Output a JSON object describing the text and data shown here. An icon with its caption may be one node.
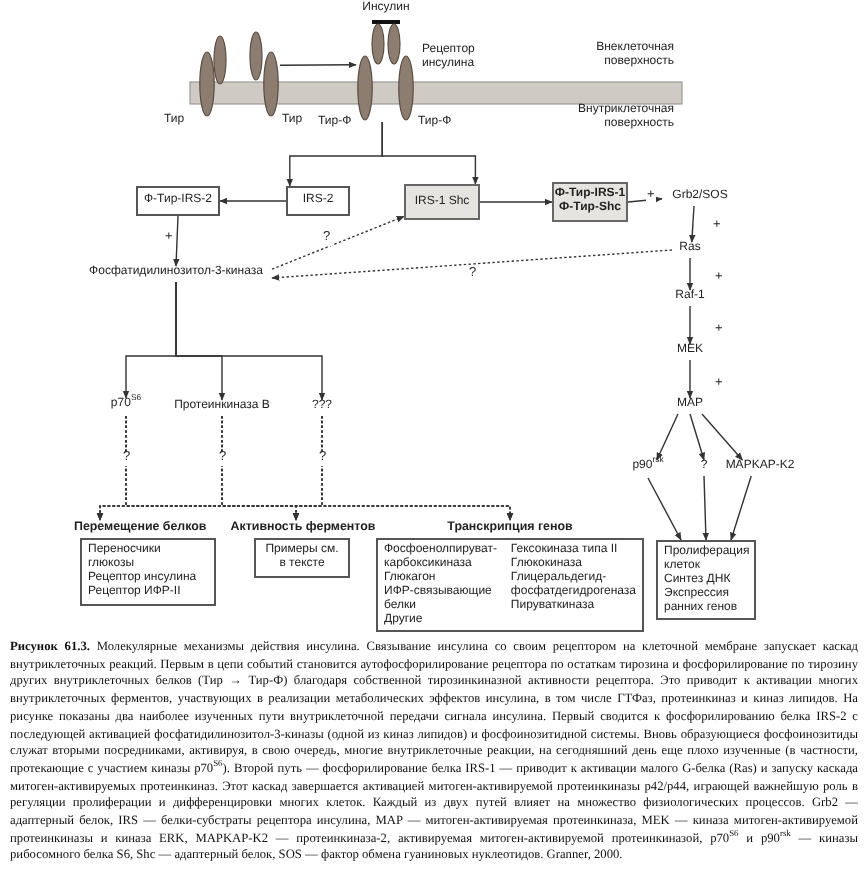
{
  "diagram": {
    "caption": "**Рисунок 61.3.** Молекулярные механизмы действия инсулина. Связывание инсулина со своим рецептором на клеточной мембране запускает каскад внутриклеточных реакций. Первым в цепи событий становится аутофосфорилирование рецептора по остаткам тирозина и фосфорилирование по тирозину других внутриклеточных белков (Тир → Тир-Ф) благодаря собственной тирозинкиназной активности рецептора. Это приводит к активации многих внутриклеточных ферментов, участвующих в реализации метаболических эффектов инсулина, в том числе ГТФаз, протеинкиназ и киназ липидов. На рисунке показаны два наиболее изученных пути внутриклеточной передачи сигнала инсулина. Первый сводится к фосфорилированию белка IRS-2 с последующей активацией фосфатидилинозитол-3-киназы (одной из киназ липидов) и фосфоинозитидной системы. Вновь образующиеся фосфоинозитиды служат вторыми посредниками, активируя, в свою очередь, многие внутриклеточные реакции, на сегодняшний день еще плохо изученные (в частности, протекающие с участием киназы p70$^{S6}$). Второй путь — фосфорилирование белка IRS-1 — приводит к активации малого G-белка (Ras) и запуску каскада митоген-активируемых протеинкиназ. Этот каскад завершается активацией митоген-активируемой протеинкиназы p42/p44, играющей важнейшую роль в регуляции пролиферации и дифференцировки многих клеток. Каждый из двух путей влияет на множество физиологических процессов. Grb2 — адаптерный белок, IRS — белки-субстраты рецептора инсулина, MAP — митоген-активируемая протеинкиназа, MEK — киназа митоген-активируемой протеинкиназы и киназа ERK, MAPKAP-K2 — протеинкиназа-2, активируемая митоген-активируемой протеинкиназой, p70$^{S6}$ и p90$^{rsk}$ — киназы рибосомного белка S6, Shc — адаптерный белок, SOS — фактор обмена гуаниновых нуклеотидов. Granner, 2000.",
    "nodes": [
      {
        "text": [],
        "shape": "picture"
      },
      {
        "text": [],
        "shape": "picture",
        "beside": [
          "Инсулин",
          "Рецептор инсулина"
        ]
      },
      {
        "text": [
          "Ф-Тир-IRS-2"
        ]
      },
      {
        "text": [
          "IRS-2"
        ]
      },
      {
        "text": [
          "IRS-1 Shc"
        ]
      },
      {
        "text": [
          "Ф-Тир-IRS-1 Ф-Тир-Shc"
        ]
      },
      {
        "text": [
          "Grb2/SOS"
        ]
      },
      {
        "text": [
          "Ras"
        ]
      },
      {
        "text": [
          "Фосфатидилинозитол-3-киназа"
        ]
      },
      {
        "text": [
          "Raf-1"
        ]
      },
      {
        "text": [
          "MEK"
        ]
      },
      {
        "text": [
          "MAP"
        ]
      },
      {
        "text": [
          "p70$^{S6}$"
        ]
      },
      {
        "text": [
          "Протеинкиназа В"
        ]
      },
      {
        "text": [
          "???"
        ]
      },
      {
        "text": [
          "p90$^{rsk}$"
        ]
      },
      {
        "text": [
          "?"
        ]
      },
      {
        "text": [
          "MAPKAP-K2"
        ]
      },
      {
        "text": [
          "Перемещение белков",
          "Переносчики глюкозы",
          "Рецептор инсулина",
          "Рецептор ИФР-II"
        ]
      },
      {
        "text": [
          "Активность ферментов",
          "Примеры см. в тексте"
        ]
      },
      {
        "text": [
          "Транскрипция генов",
          "Фосфоенолпируват-карбоксикиназа",
          "Глюкагон",
          "ИФР-связывающие белки",
          "Другие",
          "Гексокиназа типа II",
          "Глюкокиназа",
          "Глицеральдегид-фосфатдегидрогеназа",
          "Пируваткиназа"
        ]
      },
      {
        "text": [
          "Пролиферация клеток",
          "Синтез ДНК",
          "Экспрессия ранних генов"
        ]
      }
    ],
    "edges": [
      {
        "from": 0,
        "to": 1,
        "arrow": "to"
      },
      {
        "from": 1,
        "to": 3,
        "arrow": "to"
      },
      {
        "from": 1,
        "to": 4,
        "arrow": "to"
      },
      {
        "from": 3,
        "to": 2,
        "arrow": "to"
      },
      {
        "from": 4,
        "to": 5,
        "arrow": "to"
      },
      {
        "from": 5,
        "to": 6,
        "arrow": "to",
        "label": "+"
      },
      {
        "from": 6,
        "to": 7,
        "arrow": "to",
        "label": "+"
      },
      {
        "from": 2,
        "to": 8,
        "arrow": "to",
        "label": "+"
      },
      {
        "from": 8,
        "to": 4,
        "arrow": "to",
        "label": "?",
        "style": "dashed"
      },
      {
        "from": 7,
        "to": 8,
        "arrow": "to",
        "label": "?",
        "style": "dashed"
      },
      {
        "from": 7,
        "to": 9,
        "arrow": "to",
        "label": "+"
      },
      {
        "from": 9,
        "to": 10,
        "arrow": "to",
        "label": "+"
      },
      {
        "from": 10,
        "to": 11,
        "arrow": "to",
        "label": "+"
      },
      {
        "from": 8,
        "to": 12,
        "arrow": "to"
      },
      {
        "from": 8,
        "to": 13,
        "arrow": "to"
      },
      {
        "from": 8,
        "to": 14,
        "arrow": "to"
      },
      {
        "from": 12,
        "to": 18,
        "arrow": "to",
        "label": "?",
        "style": "dashed"
      },
      {
        "from": 12,
        "to": 19,
        "arrow": "to",
        "style": "dashed"
      },
      {
        "from": 12,
        "to": 20,
        "arrow": "to",
        "style": "dashed"
      },
      {
        "from": 13,
        "to": 18,
        "arrow": "to",
        "label": "?",
        "style": "dashed"
      },
      {
        "from": 13,
        "to": 19,
        "arrow": "to",
        "style": "dashed"
      },
      {
        "from": 13,
        "to": 20,
        "arrow": "to",
        "style": "dashed"
      },
      {
        "from": 14,
        "to": 18,
        "arrow": "to",
        "label": "?",
        "style": "dashed"
      },
      {
        "from": 14,
        "to": 19,
        "arrow": "to",
        "style": "dashed"
      },
      {
        "from": 14,
        "to": 20,
        "arrow": "to",
        "style": "dashed"
      },
      {
        "from": 11,
        "to": 15,
        "arrow": "to"
      },
      {
        "from": 11,
        "to": 16,
        "arrow": "to"
      },
      {
        "from": 11,
        "to": 17,
        "arrow": "to"
      },
      {
        "from": 15,
        "to": 21,
        "arrow": "to"
      },
      {
        "from": 16,
        "to": 21,
        "arrow": "to"
      },
      {
        "from": 17,
        "to": 21,
        "arrow": "to"
      }
    ],
    "labels": [
      "Внеклеточная поверхность",
      "Внутриклеточная поверхность",
      "Тир",
      "Тир",
      "Тир-Ф",
      "Тир-Ф"
    ]
  }
}
